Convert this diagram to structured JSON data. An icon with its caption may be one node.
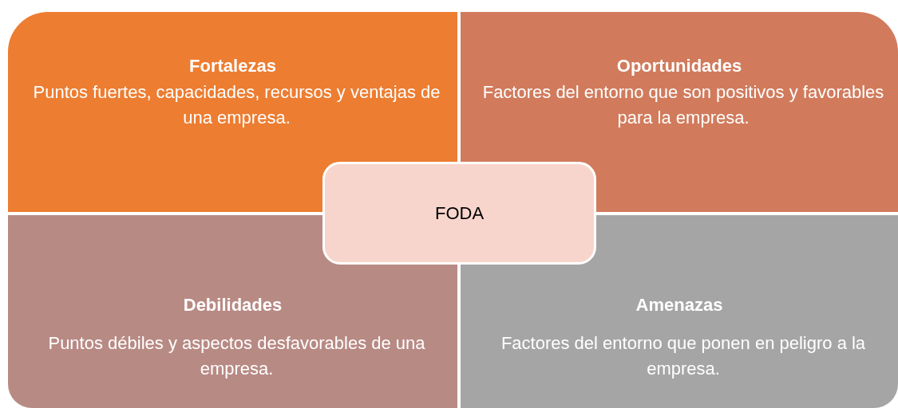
{
  "diagram": {
    "nodes": [
      {
        "text": [
          "Fortalezas",
          "Puntos fuertes, capacidades, recursos y ventajas de una empresa."
        ]
      },
      {
        "text": [
          "Oportunidades",
          "Factores del entorno que son positivos y favorables para la empresa."
        ]
      },
      {
        "text": [
          "Debilidades",
          "Puntos débiles y aspectos desfavorables de una empresa."
        ]
      },
      {
        "text": [
          "Amenazas",
          "Factores del entorno que ponen en peligro a la empresa."
        ]
      },
      {
        "text": [
          "FODA"
        ]
      }
    ]
  }
}
